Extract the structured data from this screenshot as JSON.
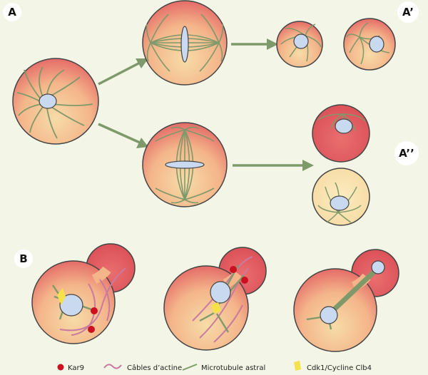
{
  "panels": {
    "a_label": "A",
    "a_prime_label": "A’",
    "a_double_prime_label": "A’’",
    "b_label": "B"
  },
  "legend": {
    "kar9": "Kar9",
    "actin": "Câbles d’actine",
    "microtubule": "Microtubule astral",
    "cdk": "Cdk1/Cycline Clb4"
  },
  "colors": {
    "background": "#f3f5e6",
    "cell_inner": "#f6d6a0",
    "cell_outer": "#e8666a",
    "nucleus": "#c9daf0",
    "microtubule": "#7f9a6a",
    "actin": "#c87aa0",
    "kar9": "#cc1020",
    "cdk": "#f5e24a"
  }
}
